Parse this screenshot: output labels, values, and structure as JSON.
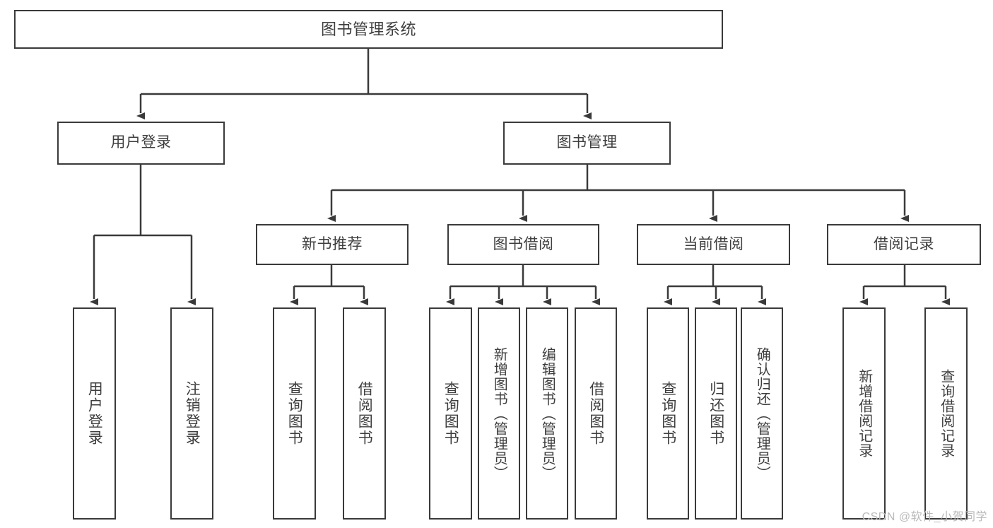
{
  "diagram": {
    "title": "图书管理系统",
    "type": "tree",
    "watermark": "CSDN @软件_小贺同学",
    "colors": {
      "stroke": "#3a3a3a",
      "text": "#3e3e3e",
      "background": "#ffffff",
      "watermark": "#b9b9b9"
    },
    "root": {
      "label": "图书管理系统"
    },
    "level2": [
      {
        "label": "用户登录"
      },
      {
        "label": "图书管理"
      }
    ],
    "level3": [
      {
        "label": "新书推荐"
      },
      {
        "label": "图书借阅"
      },
      {
        "label": "当前借阅"
      },
      {
        "label": "借阅记录"
      }
    ],
    "leaves": {
      "user_login": [
        {
          "label": "用户登录"
        },
        {
          "label": "注销登录"
        }
      ],
      "new_book_recommend": [
        {
          "label": "查询图书"
        },
        {
          "label": "借阅图书"
        }
      ],
      "book_borrow": [
        {
          "label": "查询图书"
        },
        {
          "label": "新增图书（管理员）"
        },
        {
          "label": "编辑图书（管理员）"
        },
        {
          "label": "借阅图书"
        }
      ],
      "current_borrow": [
        {
          "label": "查询图书"
        },
        {
          "label": "归还图书"
        },
        {
          "label": "确认归还（管理员）"
        }
      ],
      "borrow_record": [
        {
          "label": "新增借阅记录"
        },
        {
          "label": "查询借阅记录"
        }
      ]
    }
  }
}
